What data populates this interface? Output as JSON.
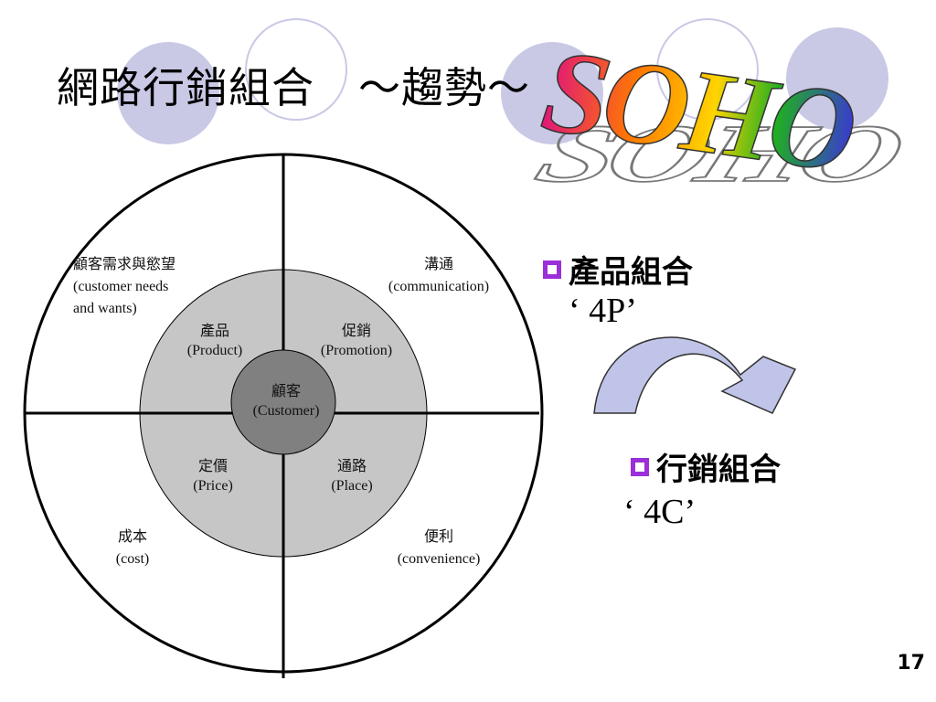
{
  "slide": {
    "title": "網路行銷組合",
    "title_suffix": "～趨勢～",
    "logo_text": "SOHO",
    "page_number": "17"
  },
  "diagram": {
    "center": {
      "zh": "顧客",
      "en": "(Customer)"
    },
    "middle": {
      "top_left": {
        "zh": "產品",
        "en": "(Product)"
      },
      "top_right": {
        "zh": "促銷",
        "en": "(Promotion)"
      },
      "bottom_left": {
        "zh": "定價",
        "en": "(Price)"
      },
      "bottom_right": {
        "zh": "通路",
        "en": "(Place)"
      }
    },
    "outer": {
      "top_left": {
        "zh": "顧客需求與慾望",
        "en1": "(customer needs",
        "en2": "and wants)"
      },
      "top_right": {
        "zh": "溝通",
        "en": "(communication)"
      },
      "bottom_left": {
        "zh": "成本",
        "en": "(cost)"
      },
      "bottom_right": {
        "zh": "便利",
        "en": "(convenience)"
      }
    }
  },
  "bullets": [
    {
      "label": "產品組合",
      "code": "‘ 4P’"
    },
    {
      "label": "行銷組合",
      "code": "‘ 4C’"
    }
  ],
  "colors": {
    "deco_circle": "#c9c9e6",
    "bullet_box": "#9b2fd8",
    "middle_ring": "#c6c6c6",
    "center_disc": "#808080",
    "arrow_fill": "#c0c4e8"
  },
  "icons": {
    "bullet": "square-bullet-icon",
    "arrow": "curved-arrow-icon"
  }
}
